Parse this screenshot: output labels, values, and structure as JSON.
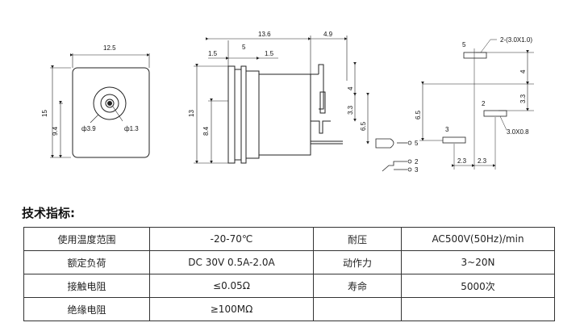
{
  "drawing": {
    "front": {
      "width_dim": "12.5",
      "height_dim": "15",
      "inner_dim": "9.4",
      "hole_big": "ф3.9",
      "hole_small": "ф1.3"
    },
    "side": {
      "total_dim": "13.6",
      "tail_dim": "4.9",
      "seg_a": "1.5",
      "seg_b": "5",
      "seg_c": "1.5",
      "height_dim": "13",
      "inner_dim": "8.4",
      "right_top": "4",
      "right_mid": "3.3",
      "right_low": "6.5"
    },
    "pins": {
      "pin5": "5",
      "pin2": "2",
      "pin3": "3"
    },
    "footprint": {
      "slot_label": "2-(3.0X1.0)",
      "slot_label2": "3.0X0.8",
      "pad5": "5",
      "pad2": "2",
      "pad3": "3",
      "dim_4": "4",
      "dim_33": "3.3",
      "dim_65": "6.5",
      "dim_23a": "2.3",
      "dim_23b": "2.3"
    }
  },
  "section_title": "技术指标:",
  "specs": [
    [
      "使用温度范围",
      "-20-70℃",
      "耐压",
      "AC500V(50Hz)/min"
    ],
    [
      "额定负荷",
      "DC 30V 0.5A-2.0A",
      "动作力",
      "3~20N"
    ],
    [
      "接触电阻",
      "≤0.05Ω",
      "寿命",
      "5000次"
    ],
    [
      "绝缘电阻",
      "≥100MΩ",
      "",
      ""
    ]
  ]
}
